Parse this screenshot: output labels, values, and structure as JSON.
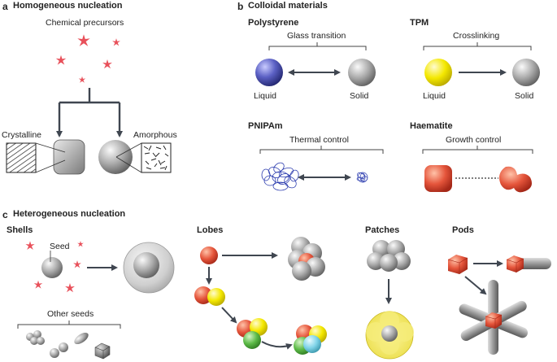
{
  "panel_a": {
    "letter": "a",
    "title": "Homogeneous nucleation",
    "precursors_label": "Chemical precursors",
    "crystalline_label": "Crystalline",
    "amorphous_label": "Amorphous"
  },
  "panel_b": {
    "letter": "b",
    "title": "Colloidal materials",
    "polystyrene": {
      "name": "Polystyrene",
      "process": "Glass transition",
      "left": "Liquid",
      "right": "Solid"
    },
    "tpm": {
      "name": "TPM",
      "process": "Crosslinking",
      "left": "Liquid",
      "right": "Solid"
    },
    "pnipam": {
      "name": "PNIPAm",
      "process": "Thermal control"
    },
    "haematite": {
      "name": "Haematite",
      "process": "Growth control"
    }
  },
  "panel_c": {
    "letter": "c",
    "title": "Heterogeneous nucleation",
    "shells": {
      "name": "Shells",
      "seed_label": "Seed",
      "other_seeds_label": "Other seeds"
    },
    "lobes": {
      "name": "Lobes"
    },
    "patches": {
      "name": "Patches"
    },
    "pods": {
      "name": "Pods"
    }
  },
  "colors": {
    "precursor_red": "#e8505a",
    "polystyrene_blue": "#4a4fb0",
    "tpm_yellow": "#f2e600",
    "haematite_red": "#e3533c",
    "pnipam_blue": "#2f3fb0",
    "arrow_dark": "#3f4650",
    "green": "#5db84a",
    "cyan": "#7fd3e6"
  }
}
